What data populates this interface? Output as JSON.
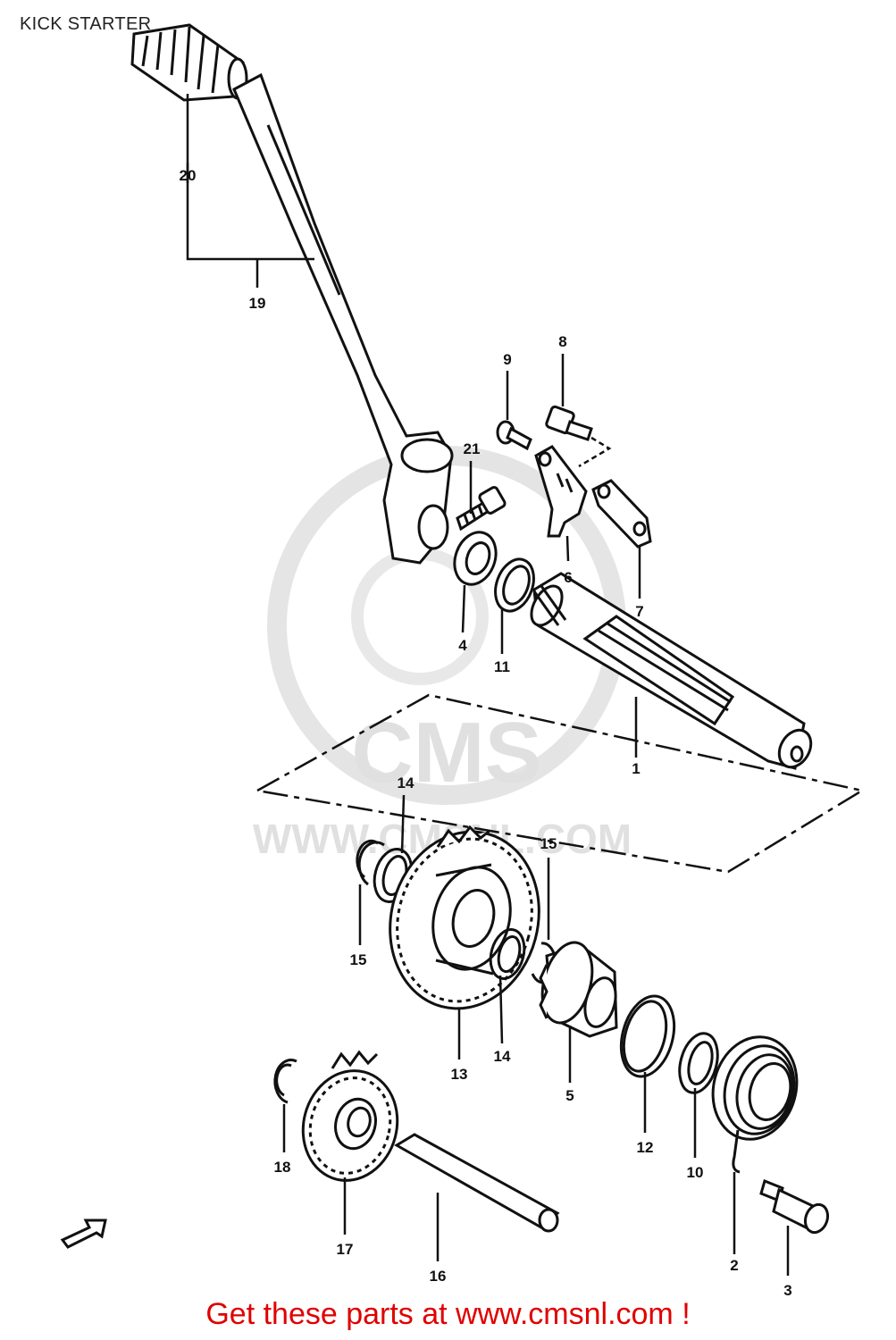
{
  "title": "KICK STARTER",
  "watermark": {
    "brand": "CMS",
    "site": "WWW.CMSNL.COM"
  },
  "parts": [
    {
      "number": "1"
    },
    {
      "number": "2"
    },
    {
      "number": "3"
    },
    {
      "number": "4"
    },
    {
      "number": "5"
    },
    {
      "number": "6"
    },
    {
      "number": "7"
    },
    {
      "number": "8"
    },
    {
      "number": "9"
    },
    {
      "number": "10"
    },
    {
      "number": "11"
    },
    {
      "number": "12"
    },
    {
      "number": "13"
    },
    {
      "number": "14"
    },
    {
      "number": "14"
    },
    {
      "number": "15"
    },
    {
      "number": "15"
    },
    {
      "number": "16"
    },
    {
      "number": "17"
    },
    {
      "number": "18"
    },
    {
      "number": "19"
    },
    {
      "number": "20"
    },
    {
      "number": "21"
    }
  ],
  "footer": "Get these parts at www.cmsnl.com !",
  "colors": {
    "footer": "#e00000",
    "ink": "#111111",
    "watermark": "#c8c8c8"
  }
}
